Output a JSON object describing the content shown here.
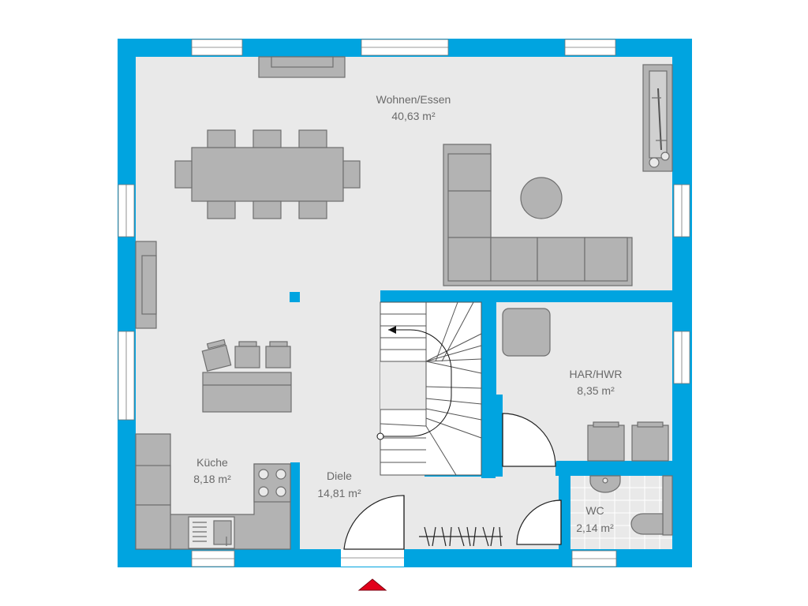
{
  "floorplan": {
    "rooms": [
      {
        "name": "Wohnen/Essen",
        "area": "40,63 m²"
      },
      {
        "name": "HAR/HWR",
        "area": "8,35 m²"
      },
      {
        "name": "Küche",
        "area": "8,18 m²"
      },
      {
        "name": "Diele",
        "area": "14,81 m²"
      },
      {
        "name": "WC",
        "area": "2,14 m²"
      }
    ],
    "entrance_marker": "entrance-arrow-icon"
  },
  "colors": {
    "wall": "#00a4e0",
    "floor": "#e9e9e9",
    "furniture": "#b3b3b3",
    "furniture_outline": "#6e6e6e",
    "entrance": "#e2001a"
  }
}
